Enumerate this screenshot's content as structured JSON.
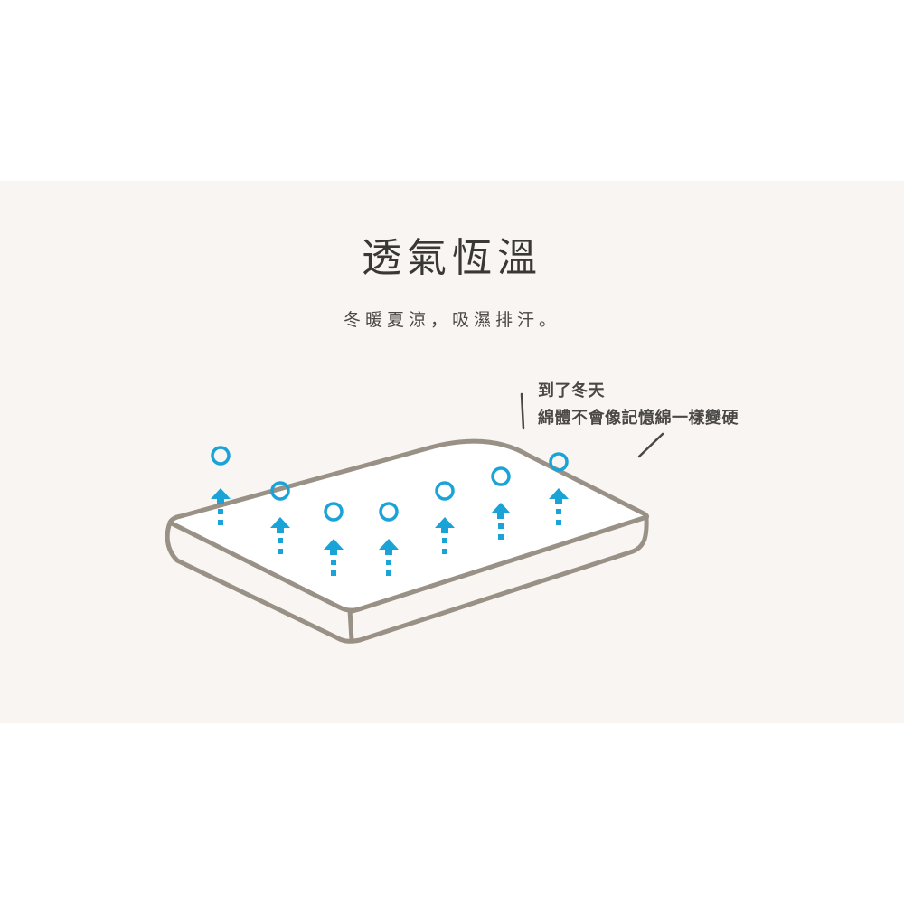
{
  "section": {
    "title": "透氣恆溫",
    "subtitle": "冬暖夏涼，吸濕排汗。"
  },
  "callout": {
    "line1": "到了冬天",
    "line2": "綿體不會像記憶綿一樣變硬"
  },
  "illustration": {
    "subject": "mattress",
    "icons": [
      "air-bubble-icon",
      "arrow-up-icon"
    ],
    "colors": {
      "background_band": "#f8f5f2",
      "page": "#ffffff",
      "mattress_outline": "#9a9186",
      "mattress_fill": "#ffffff",
      "airflow": "#1aa3d6",
      "text_dark": "#3a3836",
      "leader_line": "#4a4846"
    },
    "airflow_columns": 7
  }
}
